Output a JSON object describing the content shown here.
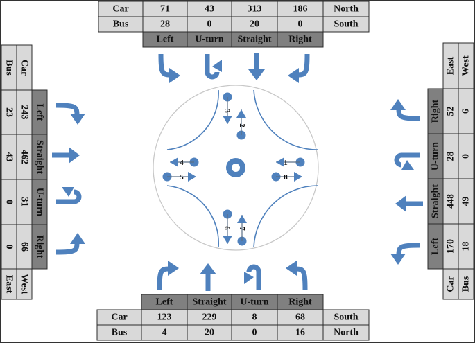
{
  "colors": {
    "cell": "#d9d9d9",
    "header": "#808080",
    "border": "#2b2b2b",
    "blue": "#4f81bd",
    "circle": "#c8c8c8",
    "text": "#111111"
  },
  "arrow_icon": "curved-movement-arrow-icon",
  "north": {
    "row_labels": [
      "Car",
      "Bus"
    ],
    "rows": [
      [
        "71",
        "43",
        "313",
        "186"
      ],
      [
        "28",
        "0",
        "20",
        "0"
      ]
    ],
    "tags": [
      "North",
      "South"
    ],
    "headers": [
      "Left",
      "U-turn",
      "Straight",
      "Right"
    ]
  },
  "south": {
    "row_labels": [
      "Car",
      "Bus"
    ],
    "rows": [
      [
        "123",
        "229",
        "8",
        "68"
      ],
      [
        "4",
        "20",
        "0",
        "16"
      ]
    ],
    "tags": [
      "South",
      "North"
    ],
    "headers": [
      "Left",
      "Straight",
      "U-turn",
      "Right"
    ]
  },
  "west": {
    "row_labels": [
      "Bus",
      "Car"
    ],
    "rows": [
      [
        "23",
        "43",
        "0",
        "0"
      ],
      [
        "243",
        "462",
        "31",
        "66"
      ]
    ],
    "tags": [
      "East",
      "West"
    ],
    "headers": [
      "Left",
      "Straight",
      "U-turn",
      "Right"
    ]
  },
  "east": {
    "row_labels": [
      "Car",
      "Bus"
    ],
    "rows": [
      [
        "170",
        "448",
        "28",
        "52"
      ],
      [
        "18",
        "49",
        "0",
        "6"
      ]
    ],
    "tags": [
      "East",
      "West"
    ],
    "headers": [
      "Left",
      "Straight",
      "U-turn",
      "Right"
    ]
  },
  "stream_numbers": [
    "1",
    "2",
    "3",
    "4",
    "5",
    "6",
    "7",
    "8"
  ]
}
